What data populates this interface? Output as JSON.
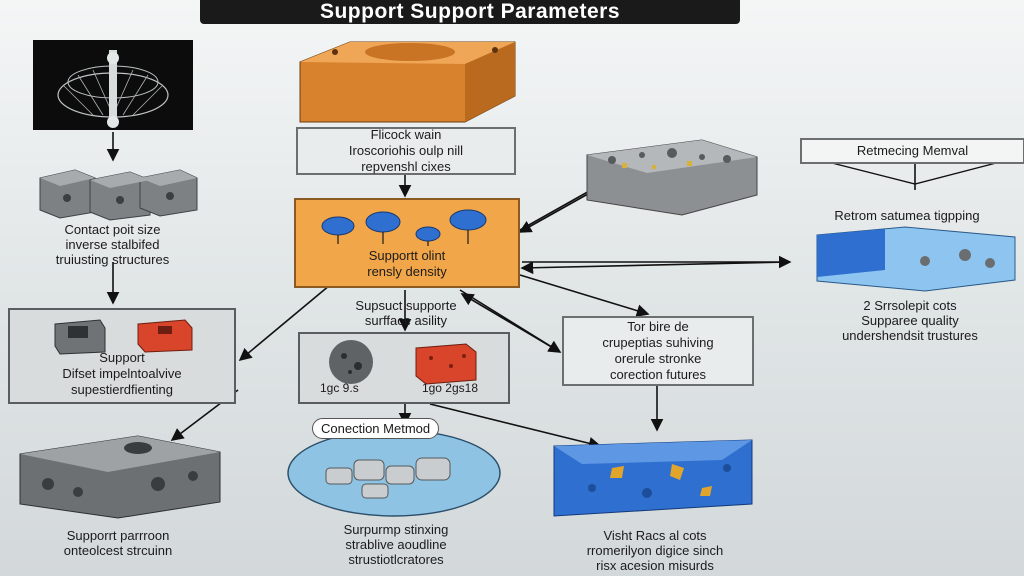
{
  "title": "Support Support Parameters",
  "nodes": {
    "contact": {
      "lines": [
        "Contact poit size",
        "inverse stalbifed",
        "truiusting structures"
      ]
    },
    "flicking": {
      "lines": [
        "Flicock wain",
        "Iroscoriohis oulp nill",
        "repvenshl cixes"
      ]
    },
    "density": {
      "lines": [
        "Supportt olint",
        "rensly density"
      ]
    },
    "surface": {
      "lines": [
        "Supsuct supporte",
        "surfface asility"
      ]
    },
    "removal": {
      "lines": [
        "Retmecing Memval"
      ]
    },
    "retrom": {
      "lines": [
        "Retrom satumea tigpping"
      ]
    },
    "quality": {
      "lines": [
        "2 Srrsolepit cots",
        "Supparee quality",
        "undershendsit trustures"
      ]
    },
    "offset": {
      "lines": [
        "Support",
        "Difset impelntoalvive",
        "supestierdfienting"
      ]
    },
    "samples": {
      "left_caption": "1gc 9.s",
      "right_caption": "1go 2gs18"
    },
    "tor": {
      "lines": [
        "Tor bire de",
        "crupeptias suhiving",
        "orerule stronke",
        "corection futures"
      ]
    },
    "connection": {
      "callout": "Conection Metmod"
    },
    "param": {
      "lines": [
        "Supporrt parrroon",
        "onteolcest strcuinn"
      ]
    },
    "stinxing": {
      "lines": [
        "Surpurmp stinxing",
        "strablive aoudline",
        "strustiotlcratores"
      ]
    },
    "visht": {
      "lines": [
        "Visht Racs al cots",
        "rromerilyon digice sinch",
        "risx acesion misurds"
      ]
    }
  },
  "colors": {
    "orange_box": "#f2a64a",
    "grey_box": "#e9ecec",
    "blue_part": "#2f6fd0",
    "accent_blue": "#3c80c8"
  }
}
